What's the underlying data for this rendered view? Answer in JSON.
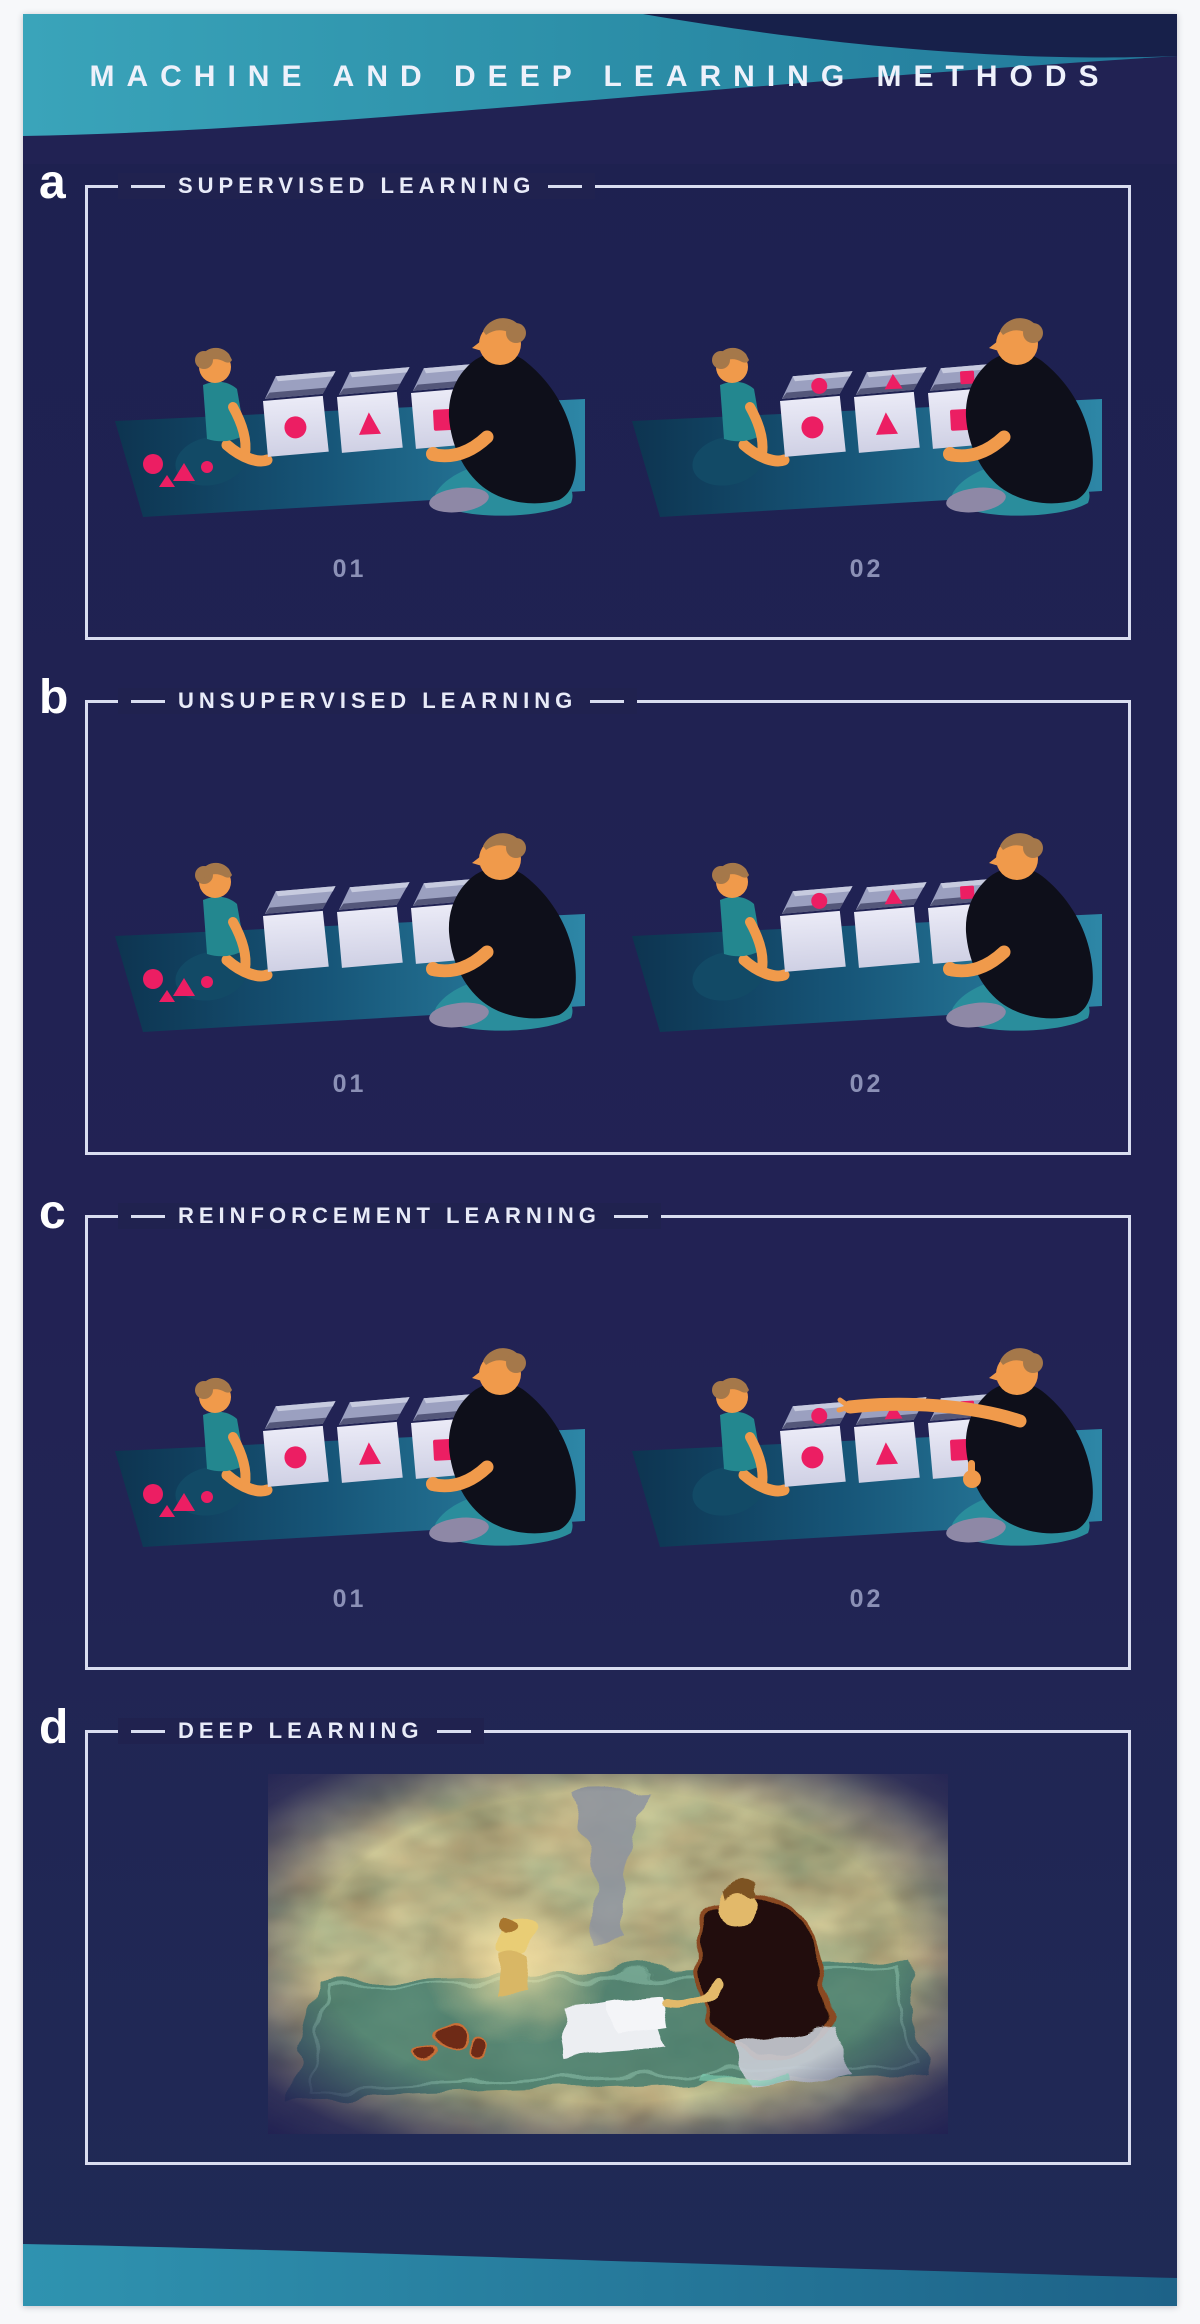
{
  "header": {
    "title": "MACHINE AND DEEP LEARNING METHODS"
  },
  "panels": [
    {
      "label": "a",
      "title": "SUPERVISED LEARNING",
      "scenes": [
        {
          "label": "01",
          "toys": true,
          "box_labels": true,
          "box_filled": false,
          "reach_over": false
        },
        {
          "label": "02",
          "toys": false,
          "box_labels": true,
          "box_filled": true,
          "reach_over": false
        }
      ]
    },
    {
      "label": "b",
      "title": "UNSUPERVISED LEARNING",
      "scenes": [
        {
          "label": "01",
          "toys": true,
          "box_labels": false,
          "box_filled": false,
          "reach_over": false
        },
        {
          "label": "02",
          "toys": false,
          "box_labels": false,
          "box_filled": true,
          "reach_over": false
        }
      ]
    },
    {
      "label": "c",
      "title": "REINFORCEMENT LEARNING",
      "scenes": [
        {
          "label": "01",
          "toys": true,
          "box_labels": true,
          "box_filled": false,
          "reach_over": false
        },
        {
          "label": "02",
          "toys": false,
          "box_labels": true,
          "box_filled": true,
          "reach_over": true
        }
      ]
    },
    {
      "label": "d",
      "title": "DEEP LEARNING",
      "deep_image": true
    }
  ],
  "colors": {
    "card_navy": "#212253",
    "header_teal": "#2f97ad",
    "footer_teal": "#2a7a9c",
    "panel_border": "#d9ddf0",
    "accent_pink": "#ec1e63",
    "skin": "#f09a4b",
    "hair_brown": "#a5784a",
    "clothes_teal": "#2a8d9c",
    "shirt_black": "#0e0f1a",
    "scene_label_gray": "#8b90b6"
  }
}
